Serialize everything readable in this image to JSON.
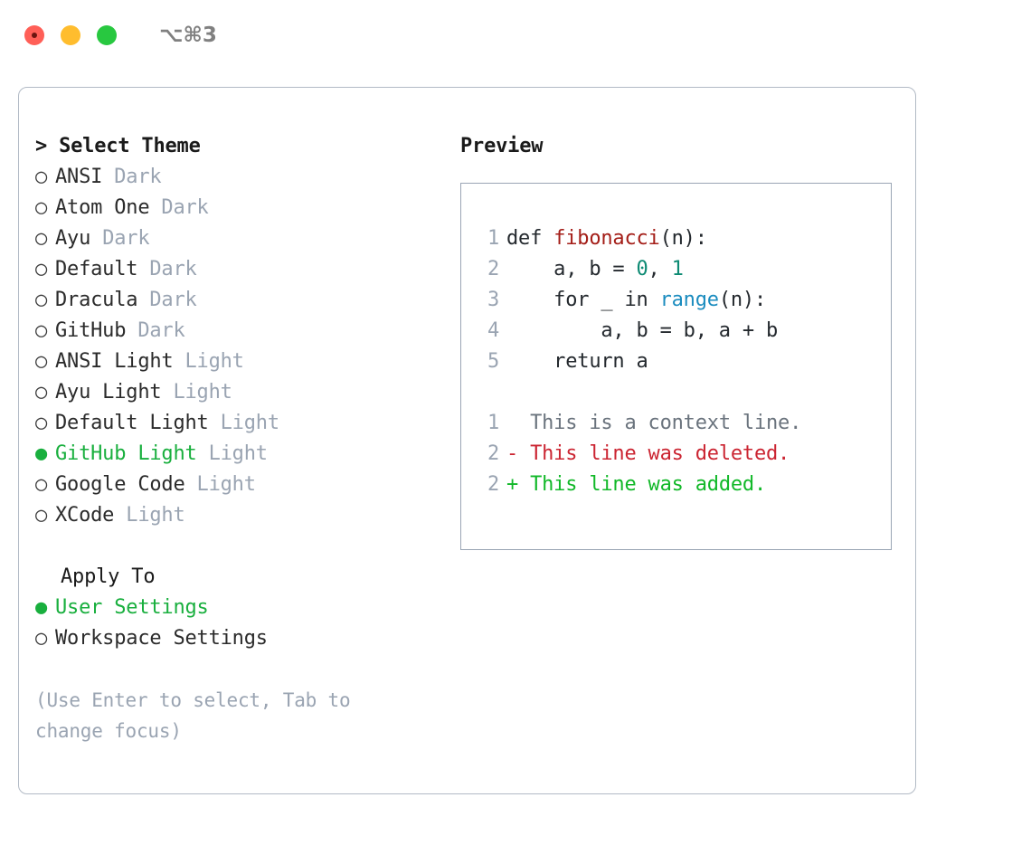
{
  "titlebar": {
    "shortcut": "⌥⌘3",
    "buttons": [
      "close",
      "minimize",
      "maximize"
    ]
  },
  "colors": {
    "selected_green": "#19af3e",
    "badge_gray": "#9aa4b2",
    "panel_border": "#b2bac5",
    "preview_border": "#9aa5b4",
    "token_function": "#a41e18",
    "token_number": "#0d8a73",
    "token_call": "#1b8cbf",
    "diff_context": "#6a737d",
    "diff_deleted": "#cb2431",
    "diff_added": "#11b828"
  },
  "theme_picker": {
    "heading": "> Select Theme",
    "items": [
      {
        "bullet": "○",
        "label": "ANSI",
        "badge": "Dark",
        "selected": false
      },
      {
        "bullet": "○",
        "label": "Atom One",
        "badge": "Dark",
        "selected": false
      },
      {
        "bullet": "○",
        "label": "Ayu",
        "badge": "Dark",
        "selected": false
      },
      {
        "bullet": "○",
        "label": "Default",
        "badge": "Dark",
        "selected": false
      },
      {
        "bullet": "○",
        "label": "Dracula",
        "badge": "Dark",
        "selected": false
      },
      {
        "bullet": "○",
        "label": "GitHub",
        "badge": "Dark",
        "selected": false
      },
      {
        "bullet": "○",
        "label": "ANSI Light",
        "badge": "Light",
        "selected": false
      },
      {
        "bullet": "○",
        "label": "Ayu Light",
        "badge": "Light",
        "selected": false
      },
      {
        "bullet": "○",
        "label": "Default Light",
        "badge": "Light",
        "selected": false
      },
      {
        "bullet": "●",
        "label": "GitHub Light",
        "badge": "Light",
        "selected": true
      },
      {
        "bullet": "○",
        "label": "Google Code",
        "badge": "Light",
        "selected": false
      },
      {
        "bullet": "○",
        "label": "XCode",
        "badge": "Light",
        "selected": false
      }
    ]
  },
  "apply_to": {
    "heading": "Apply To",
    "items": [
      {
        "bullet": "●",
        "label": "User Settings",
        "selected": true
      },
      {
        "bullet": "○",
        "label": "Workspace Settings",
        "selected": false
      }
    ]
  },
  "hint": "(Use Enter to select, Tab to change focus)",
  "preview": {
    "title": "Preview",
    "code_lines": [
      {
        "num": "1",
        "segments": [
          {
            "t": "def ",
            "c": "plain"
          },
          {
            "t": "fibonacci",
            "c": "fn"
          },
          {
            "t": "(n):",
            "c": "plain"
          }
        ]
      },
      {
        "num": "2",
        "segments": [
          {
            "t": "    a, b = ",
            "c": "plain"
          },
          {
            "t": "0",
            "c": "num"
          },
          {
            "t": ", ",
            "c": "plain"
          },
          {
            "t": "1",
            "c": "num"
          }
        ]
      },
      {
        "num": "3",
        "segments": [
          {
            "t": "    for _ in ",
            "c": "plain"
          },
          {
            "t": "range",
            "c": "call"
          },
          {
            "t": "(n):",
            "c": "plain"
          }
        ]
      },
      {
        "num": "4",
        "segments": [
          {
            "t": "        a, b = b, a + b",
            "c": "plain"
          }
        ]
      },
      {
        "num": "5",
        "segments": [
          {
            "t": "    return a",
            "c": "plain"
          }
        ]
      }
    ],
    "diff_lines": [
      {
        "num": "1",
        "marker": "  ",
        "text": "This is a context line.",
        "kind": "ctx"
      },
      {
        "num": "2",
        "marker": "- ",
        "text": "This line was deleted.",
        "kind": "del"
      },
      {
        "num": "2",
        "marker": "+ ",
        "text": "This line was added.",
        "kind": "add"
      }
    ]
  }
}
